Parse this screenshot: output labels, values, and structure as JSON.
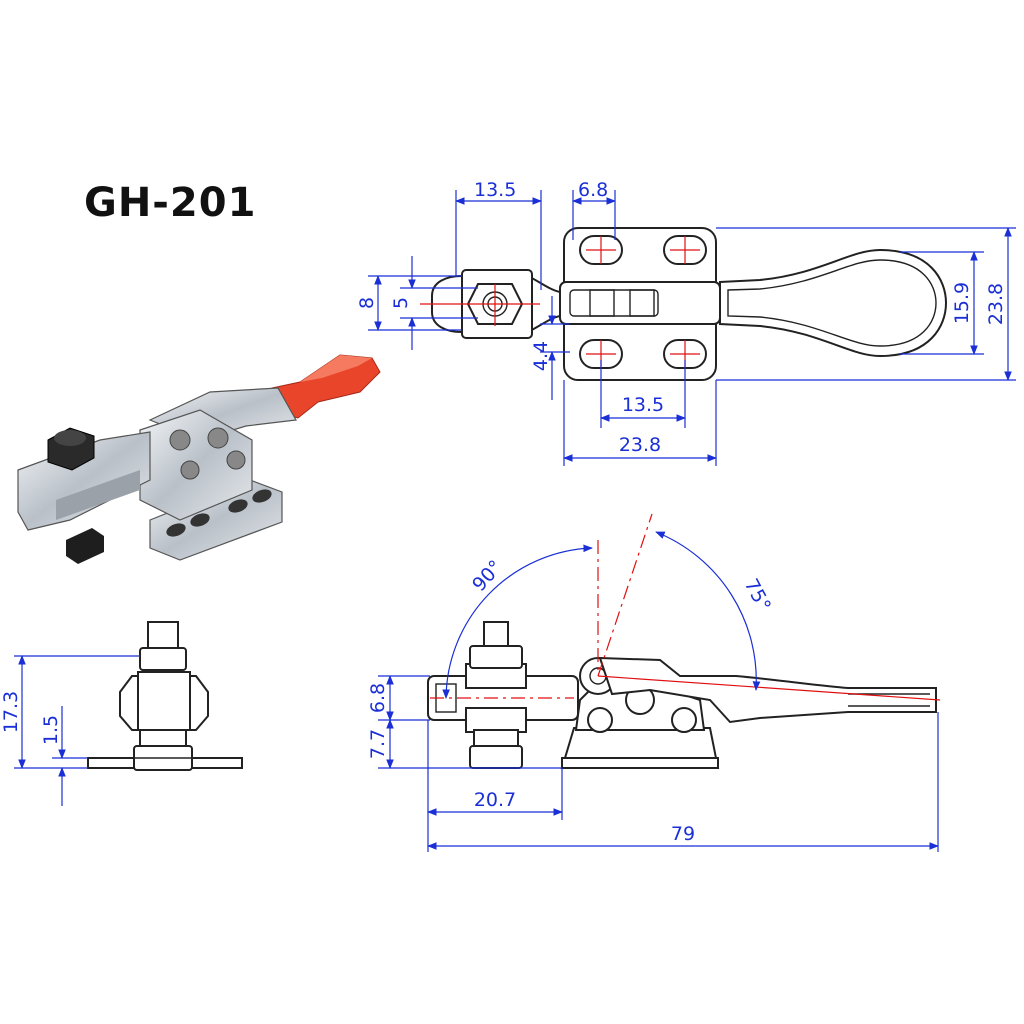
{
  "title": "GH-201",
  "dimensions": {
    "top_13_5": "13.5",
    "top_6_8": "6.8",
    "left_8": "8",
    "left_5": "5",
    "left_4_4": "4.4",
    "mid_13_5": "13.5",
    "bottom_23_8": "23.8",
    "right_15_9": "15.9",
    "right_23_8": "23.8",
    "front_17_3": "17.3",
    "front_1_5": "1.5",
    "side_6_8": "6.8",
    "side_7_7": "7.7",
    "side_20_7": "20.7",
    "side_79": "79",
    "angle_90": "90°",
    "angle_75": "75°"
  },
  "colors": {
    "dimension": "#1a2fd6",
    "centerline": "#e01010",
    "handle": "#e8452a"
  }
}
